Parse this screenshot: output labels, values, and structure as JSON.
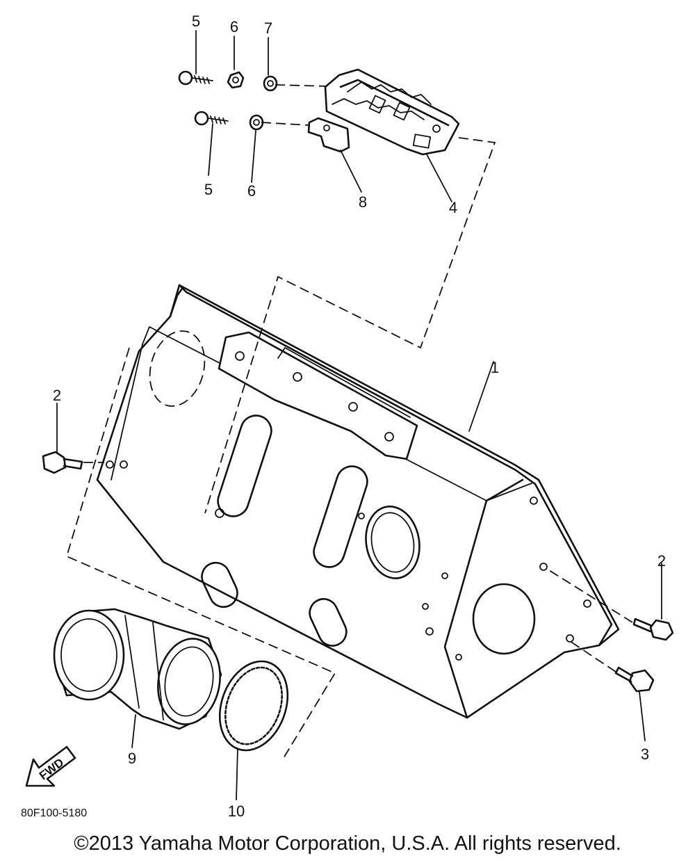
{
  "diagram": {
    "callouts": [
      {
        "id": "c1",
        "text": "1"
      },
      {
        "id": "c2a",
        "text": "2"
      },
      {
        "id": "c2b",
        "text": "2"
      },
      {
        "id": "c3",
        "text": "3"
      },
      {
        "id": "c4",
        "text": "4"
      },
      {
        "id": "c5a",
        "text": "5"
      },
      {
        "id": "c5b",
        "text": "5"
      },
      {
        "id": "c6a",
        "text": "6"
      },
      {
        "id": "c6b",
        "text": "6"
      },
      {
        "id": "c7",
        "text": "7"
      },
      {
        "id": "c8",
        "text": "8"
      },
      {
        "id": "c9",
        "text": "9"
      },
      {
        "id": "c10",
        "text": "10"
      }
    ],
    "drawing_code": "80F100-5180",
    "fwd_label": "FWD"
  },
  "footer": {
    "copyright": "©2013 Yamaha Motor Corporation, U.S.A. All rights reserved."
  }
}
